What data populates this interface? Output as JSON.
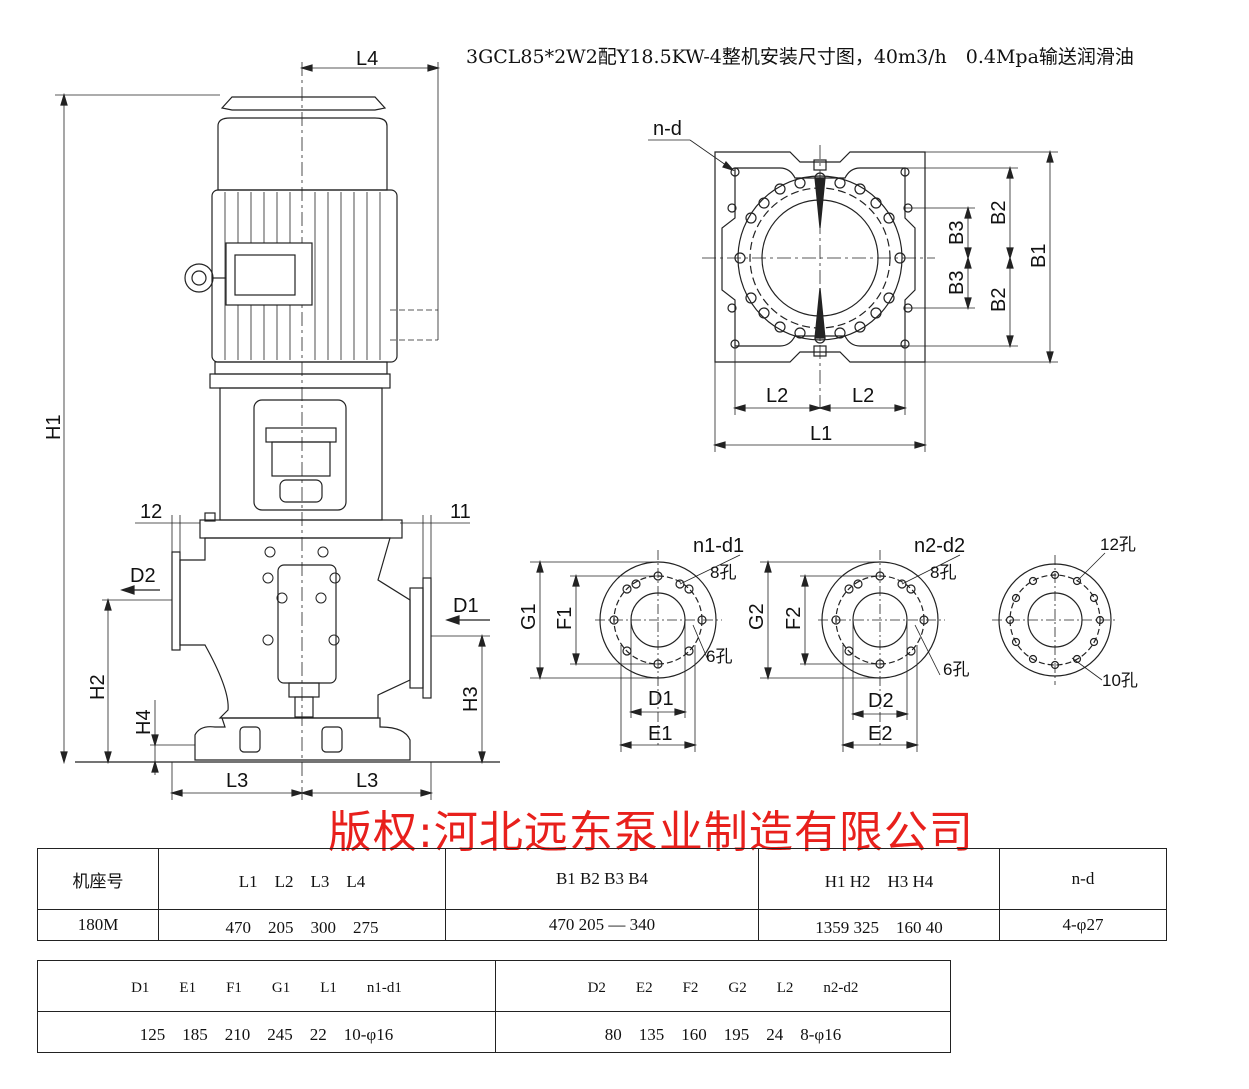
{
  "title": "3GCL85*2W2配Y18.5KW-4整机安装尺寸图，40m3/h　0.4Mpa输送润滑油",
  "copyright": "版权:河北远东泵业制造有限公司",
  "labels": {
    "L4": "L4",
    "H1": "H1",
    "H2": "H2",
    "H3": "H3",
    "H4": "H4",
    "L3": "L3",
    "D1": "D1",
    "D2": "D2",
    "d12": "12",
    "d11": "11",
    "nd": "n-d",
    "B1": "B1",
    "B2": "B2",
    "B3": "B3",
    "L1": "L1",
    "L2": "L2",
    "n1d1": "n1-d1",
    "n2d2": "n2-d2",
    "h8": "8孔",
    "h6": "6孔",
    "h12": "12孔",
    "h10": "10孔",
    "G1": "G1",
    "F1": "F1",
    "E1": "E1",
    "G2": "G2",
    "F2": "F2",
    "E2": "E2"
  },
  "table1": {
    "headers": [
      "机座号",
      "L1　L2　L3　L4",
      "B1 B2 B3 B4",
      "H1 H2　H3 H4",
      "n-d"
    ],
    "row": [
      "180M",
      "470　205　300　275",
      "470 205 — 340",
      "1359 325　160 40",
      "4-φ27"
    ]
  },
  "table2": {
    "headers": [
      "D1　　E1　　F1　　G1　　L1　　n1-d1",
      "D2　　E2　　F2　　G2　　L2　　n2-d2"
    ],
    "row": [
      "125　185　210　245　22　10-φ16",
      "80　135　160　195　24　8-φ16"
    ]
  }
}
